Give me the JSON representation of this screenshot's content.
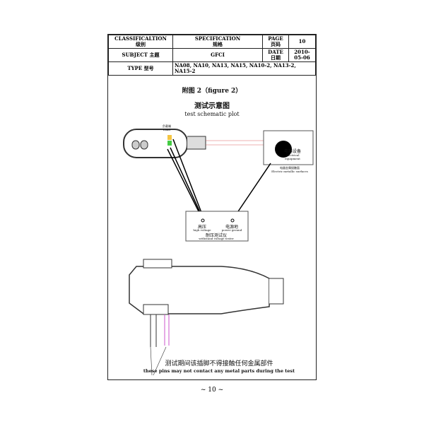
{
  "header": {
    "classification_label": "CLASSIFICALTION",
    "classification_cn": "级别",
    "spec_label": "SPECIFICATION",
    "spec_cn": "规格",
    "page_label": "PAGE",
    "page_cn": "页码",
    "page_value": "10",
    "subject_label": "SUBJECT 主题",
    "subject_value": "GFCI",
    "date_label": "DATE",
    "date_cn": "日期",
    "date_value": "2010-05-06",
    "type_label": "TYPE 型号",
    "type_value": "NA08, NA10, NA13, NA15, NA10-2, NA13-2, NA15-2"
  },
  "figure": {
    "title": "附图 2（figure 2）",
    "subtitle_cn": "测试示意图",
    "subtitle_en": "test schematic plot",
    "load_cn": "负载端",
    "load_en": "Load",
    "equipment_cn": "电器设备",
    "equipment_en1": "electrical",
    "equipment_en2": "equipment",
    "surface_cn": "电器金属接触面",
    "surface_en": "Electric metallic surfaces",
    "hv_cn": "高压",
    "hv_en": "high voltage",
    "pg_cn": "电源地",
    "pg_en": "power ground",
    "tester_cn": "耐压测试仪",
    "tester_en": "withstand voltage tester",
    "warning_cn": "测试期间该插脚不得接触任何金属部件",
    "warning_en": "these pins may not contact any metal parts during the test"
  },
  "footer": {
    "page": "~ 10 ~"
  }
}
